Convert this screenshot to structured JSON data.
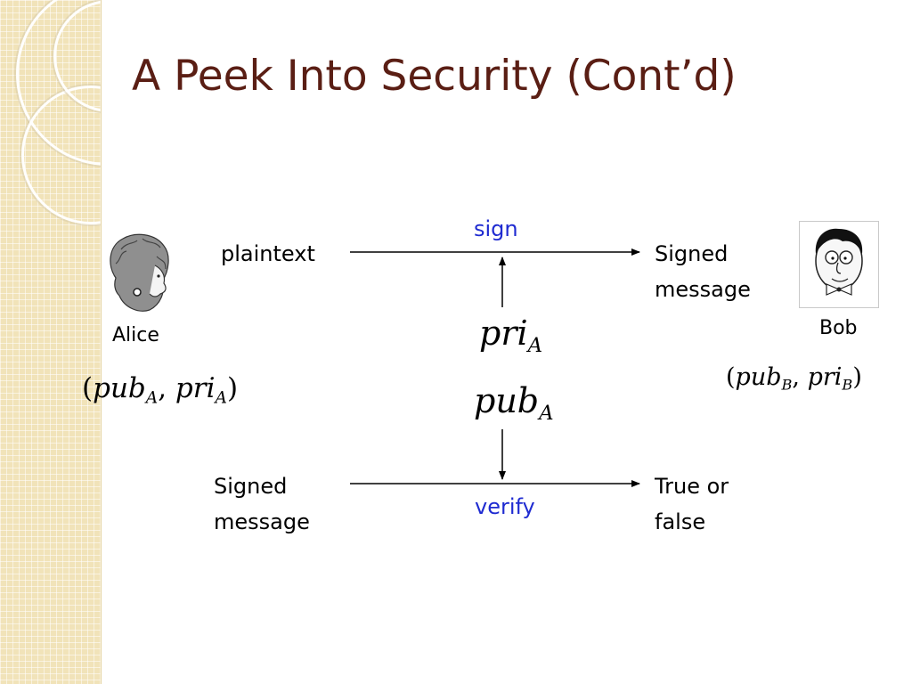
{
  "slide": {
    "title": "A Peek Into Security (Cont’d)"
  },
  "alice": {
    "name": "Alice",
    "icon": "alice-avatar-icon",
    "keypair": {
      "open": "(",
      "pub": "pub",
      "sep": ", ",
      "pri": "pri",
      "sub": "A",
      "close": ")"
    }
  },
  "bob": {
    "name": "Bob",
    "icon": "bob-avatar-icon",
    "keypair": {
      "open": "(",
      "pub": "pub",
      "sep": ", ",
      "pri": "pri",
      "sub": "B",
      "close": ")"
    }
  },
  "sign_flow": {
    "input": "plaintext",
    "operation": "sign",
    "output_line1": "Signed",
    "output_line2": "message",
    "key": {
      "base": "pri",
      "sub": "A"
    }
  },
  "verify_flow": {
    "input_line1": "Signed",
    "input_line2": "message",
    "operation": "verify",
    "output_line1": "True or",
    "output_line2": "false",
    "key": {
      "base": "pub",
      "sub": "A"
    }
  },
  "colors": {
    "title": "#5a1e14",
    "operation_label": "#1f2bd1",
    "strip": "#f1e3b9"
  }
}
